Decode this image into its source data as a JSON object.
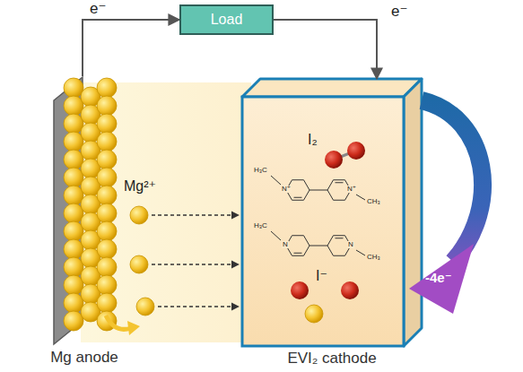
{
  "diagram": {
    "nodes": [
      {
        "text": [
          "Load"
        ]
      },
      {
        "text": [
          "Mg anode"
        ]
      },
      {
        "text": [
          "EVI₂ cathode"
        ]
      }
    ],
    "edges": [
      {
        "from": 1,
        "to": 0,
        "arrow": "to"
      },
      {
        "from": 0,
        "to": 2,
        "arrow": "to"
      }
    ],
    "labels": [
      "e⁻",
      "e⁻",
      "Mg²⁺",
      "I₂",
      "H₃C",
      "N⁺",
      "N⁺",
      "CH₃",
      "H₃C",
      "N",
      "N",
      "CH₃",
      "I⁻",
      "-4e⁻"
    ]
  }
}
